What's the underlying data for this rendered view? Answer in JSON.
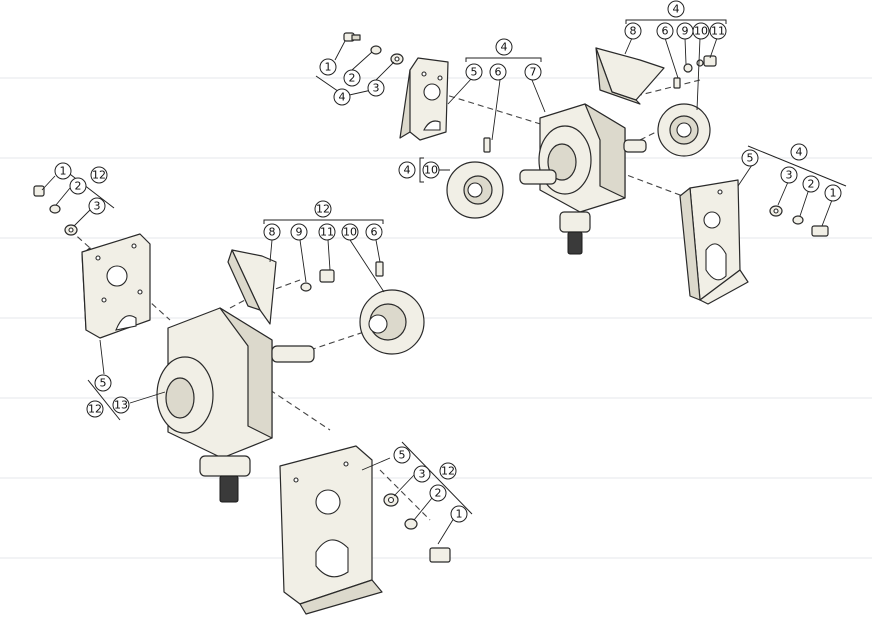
{
  "callouts": {
    "upper_assembly": {
      "top_left_screw_group": [
        "1",
        "2",
        "3",
        "4"
      ],
      "top_group": [
        "4",
        "5",
        "6",
        "7"
      ],
      "top_right_group": [
        "4",
        "8",
        "6",
        "9",
        "10",
        "11"
      ],
      "sprocket_group": [
        "4",
        "10"
      ],
      "right_bracket_group": [
        "5",
        "4",
        "3",
        "2",
        "1"
      ]
    },
    "lower_assembly": {
      "left_screw_group": [
        "1",
        "2",
        "3",
        "12"
      ],
      "left_bracket_group": [
        "5",
        "12",
        "13"
      ],
      "top_group": [
        "12",
        "8",
        "9",
        "11",
        "10",
        "6"
      ],
      "bottom_bracket_group": [
        "5",
        "3",
        "12",
        "2",
        "1"
      ]
    }
  }
}
